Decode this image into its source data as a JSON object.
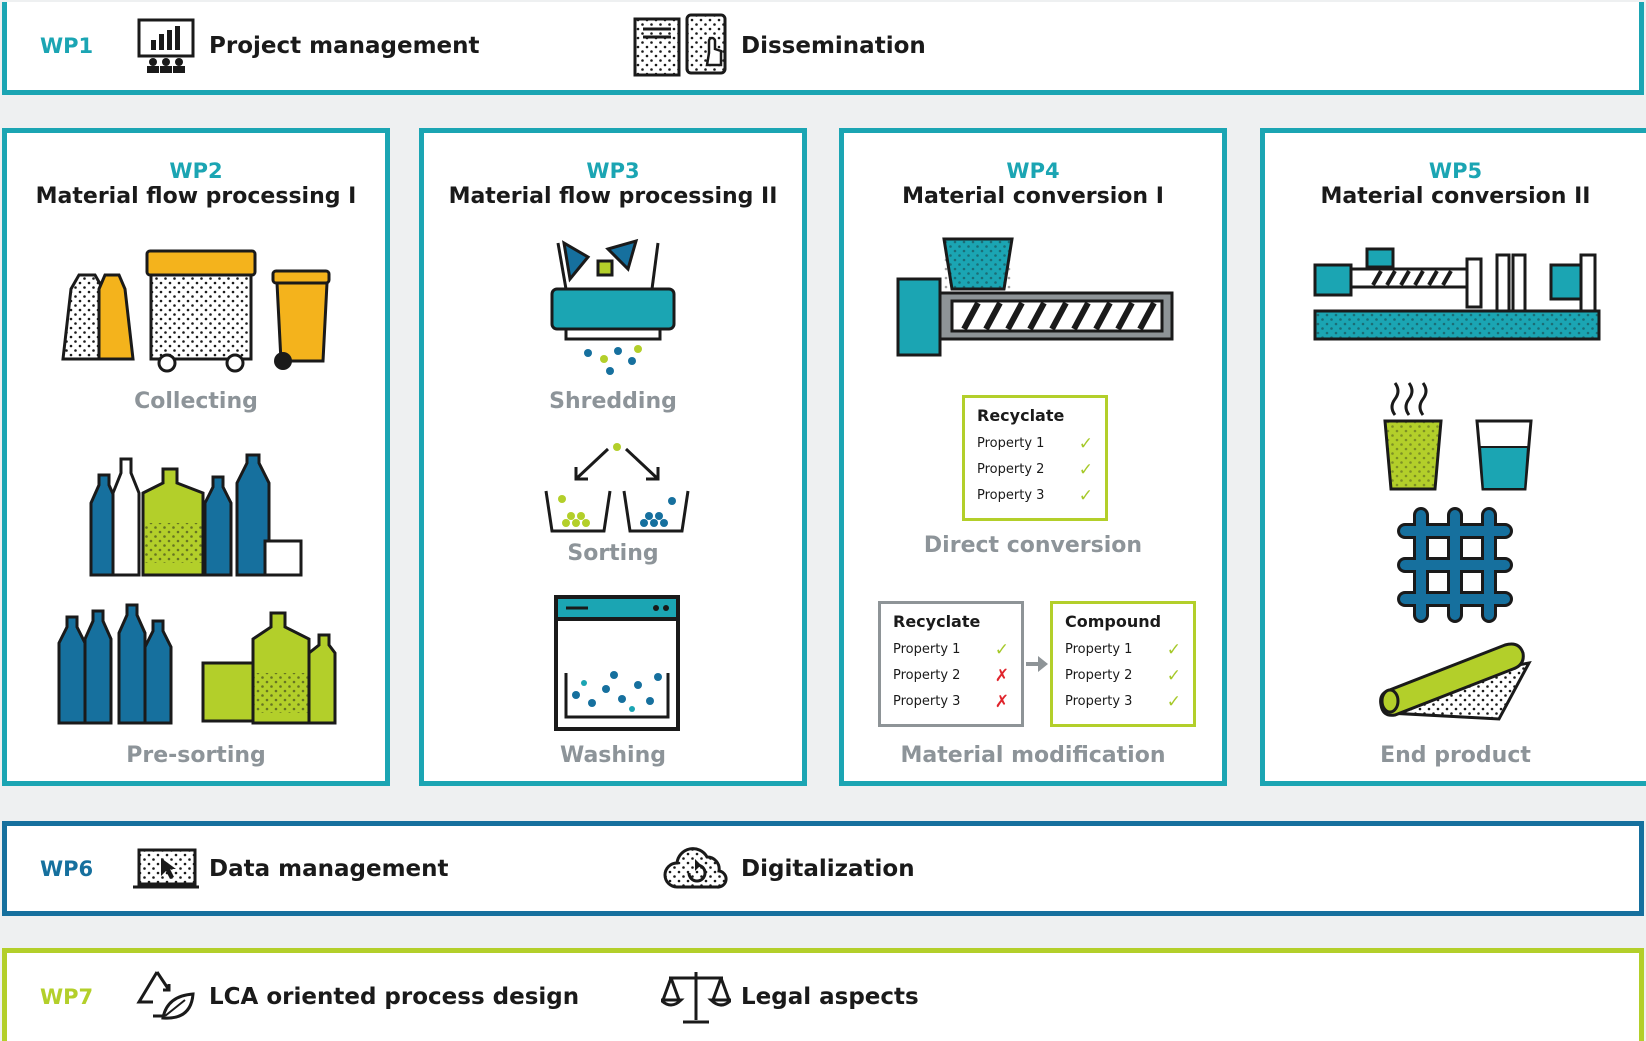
{
  "wp1": {
    "id": "WP1",
    "items": [
      "Project management",
      "Dissemination"
    ],
    "color": "#1ba5b3"
  },
  "panels": [
    {
      "id": "WP2",
      "title": "Material flow processing I",
      "captions": [
        "Collecting",
        "Pre-sorting"
      ]
    },
    {
      "id": "WP3",
      "title": "Material flow processing II",
      "captions": [
        "Shredding",
        "Sorting",
        "Washing"
      ]
    },
    {
      "id": "WP4",
      "title": "Material conversion I",
      "captions": [
        "Direct conversion",
        "Material modification"
      ]
    },
    {
      "id": "WP5",
      "title": "Material conversion II",
      "captions": [
        "End product"
      ]
    }
  ],
  "cards": {
    "direct": {
      "title": "Recyclate",
      "props": [
        "Property 1",
        "Property 2",
        "Property 3"
      ],
      "marks": [
        "✓",
        "✓",
        "✓"
      ]
    },
    "recyclate": {
      "title": "Recyclate",
      "props": [
        "Property 1",
        "Property 2",
        "Property 3"
      ],
      "marks": [
        "✓",
        "✗",
        "✗"
      ]
    },
    "compound": {
      "title": "Compound",
      "props": [
        "Property 1",
        "Property 2",
        "Property 3"
      ],
      "marks": [
        "✓",
        "✓",
        "✓"
      ]
    }
  },
  "wp6": {
    "id": "WP6",
    "items": [
      "Data management",
      "Digitalization"
    ],
    "color": "#16709e"
  },
  "wp7": {
    "id": "WP7",
    "items": [
      "LCA oriented process design",
      "Legal aspects"
    ],
    "color": "#b3cf2a"
  },
  "colors": {
    "teal": "#1ba5b3",
    "blue": "#16709e",
    "lime": "#b3cf2a",
    "gray": "#8d9499",
    "red": "#e0242c"
  },
  "icons": [
    "project-management-icon",
    "dissemination-icon",
    "data-management-icon",
    "digitalization-icon",
    "lca-icon",
    "legal-scale-icon"
  ]
}
